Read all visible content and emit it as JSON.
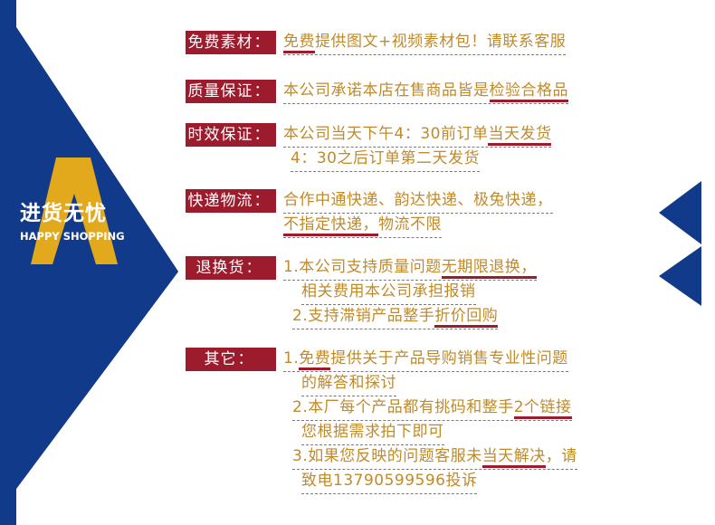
{
  "brand": {
    "title": "进货无忧",
    "subtitle": "HAPPY SHOPPING",
    "emblem_letter": "A"
  },
  "colors": {
    "navy": "#123a8a",
    "gold": "#e3a91c",
    "label_red": "#9c1c2d",
    "text_gold": "#c08a2a"
  },
  "sections": [
    {
      "label": "免费素材",
      "lines": [
        {
          "parts": [
            {
              "t": "免费",
              "hl": true
            },
            {
              "t": "提供图文+视频素材包！请联系客服"
            }
          ]
        }
      ]
    },
    {
      "label": "质量保证",
      "lines": [
        {
          "parts": [
            {
              "t": "本公司承诺本店在售商品皆是"
            },
            {
              "t": "检验合格品",
              "hl": true
            }
          ]
        }
      ]
    },
    {
      "label": "时效保证",
      "lines": [
        {
          "parts": [
            {
              "t": "本公司当天下午4：30前订单"
            },
            {
              "t": "当天发货",
              "hl": true
            }
          ]
        },
        {
          "parts": [
            {
              "t": "4：30之后订单第二天发货"
            }
          ]
        }
      ]
    },
    {
      "label": "快递物流",
      "lines": [
        {
          "parts": [
            {
              "t": "合作中通快递、韵达快递、极兔快递，"
            }
          ]
        },
        {
          "parts": [
            {
              "t": "不指定快递，",
              "hl": true
            },
            {
              "t": "物流不限"
            }
          ]
        }
      ]
    },
    {
      "label": "退换货",
      "lines": [
        {
          "parts": [
            {
              "t": "1.本公司支持质量问题"
            },
            {
              "t": "无期限退换，",
              "hl": true
            }
          ]
        },
        {
          "parts": [
            {
              "t": "相关费用本公司承担报销"
            }
          ]
        },
        {
          "parts": [
            {
              "t": "2.支持滞销产品整手"
            },
            {
              "t": "折价回购",
              "hl": true
            }
          ]
        }
      ]
    },
    {
      "label": "其它",
      "lines": [
        {
          "parts": [
            {
              "t": "1."
            },
            {
              "t": "免费",
              "hl": true
            },
            {
              "t": "提供关于产品导购销售专业性问题"
            }
          ]
        },
        {
          "parts": [
            {
              "t": "的解答和探讨"
            }
          ]
        },
        {
          "parts": [
            {
              "t": "2.本厂每个产品都有挑码和整手"
            },
            {
              "t": "2个链接",
              "hl": true
            }
          ]
        },
        {
          "parts": [
            {
              "t": "您根据需求拍下即可"
            }
          ]
        },
        {
          "parts": [
            {
              "t": "3.如果您反映的问题客服未"
            },
            {
              "t": "当天解决",
              "hl": true
            },
            {
              "t": "，请"
            }
          ]
        },
        {
          "parts": [
            {
              "t": "致电13790599596投诉"
            }
          ]
        }
      ]
    }
  ]
}
